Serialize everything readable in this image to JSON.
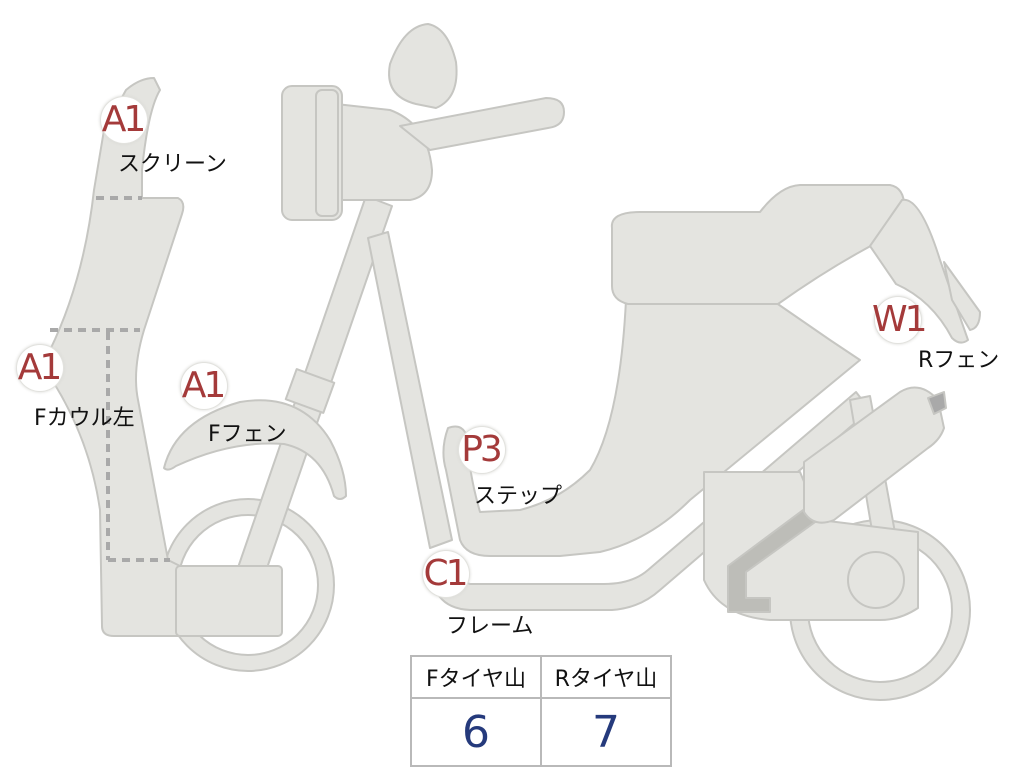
{
  "colors": {
    "body": "#e4e4e0",
    "outline": "#c6c6c2",
    "dash": "#a9a9a9",
    "badge_text": "#a43a3a",
    "label_text": "#111111",
    "table_value": "#253a7c",
    "table_border": "#b9b9b9"
  },
  "markers": [
    {
      "code": "A1",
      "label": "スクリーン"
    },
    {
      "code": "A1",
      "label": "Fカウル左"
    },
    {
      "code": "A1",
      "label": "Fフェン"
    },
    {
      "code": "P3",
      "label": "ステップ"
    },
    {
      "code": "C1",
      "label": "フレーム"
    },
    {
      "code": "W1",
      "label": "Rフェン"
    }
  ],
  "tread_table": {
    "headers": [
      "Fタイヤ山",
      "Rタイヤ山"
    ],
    "values": [
      "6",
      "7"
    ]
  }
}
